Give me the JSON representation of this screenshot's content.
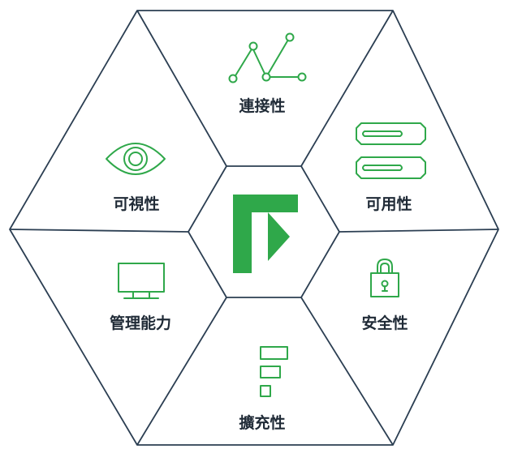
{
  "colors": {
    "accent": "#2fa84a",
    "line": "#2b3e52",
    "text": "#1f2a36",
    "background": "#ffffff"
  },
  "center": {
    "icon": "forescout-logo-icon"
  },
  "segments": [
    {
      "id": "connectivity",
      "label": "連接性",
      "icon": "network-graph-icon"
    },
    {
      "id": "availability",
      "label": "可用性",
      "icon": "server-rack-icon"
    },
    {
      "id": "security",
      "label": "安全性",
      "icon": "padlock-icon"
    },
    {
      "id": "scalability",
      "label": "擴充性",
      "icon": "stacked-boxes-icon"
    },
    {
      "id": "management",
      "label": "管理能力",
      "icon": "monitor-icon"
    },
    {
      "id": "visibility",
      "label": "可視性",
      "icon": "eye-icon"
    }
  ]
}
